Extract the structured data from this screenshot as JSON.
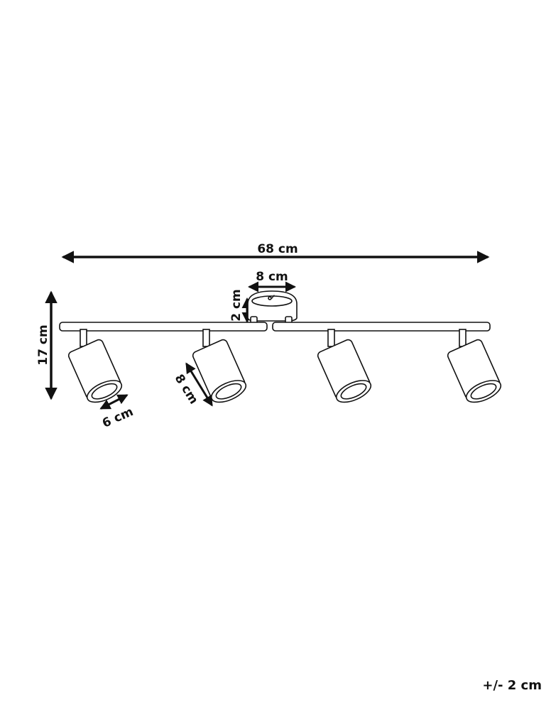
{
  "dimensions": {
    "total_width": "68 cm",
    "base_diameter": "8 cm",
    "base_height": "2 cm",
    "total_height": "17 cm",
    "shade_diameter": "6 cm",
    "shade_length": "8 cm"
  },
  "tolerance": "+/- 2 cm",
  "colors": {
    "ink": "#111111",
    "background": "#ffffff"
  }
}
